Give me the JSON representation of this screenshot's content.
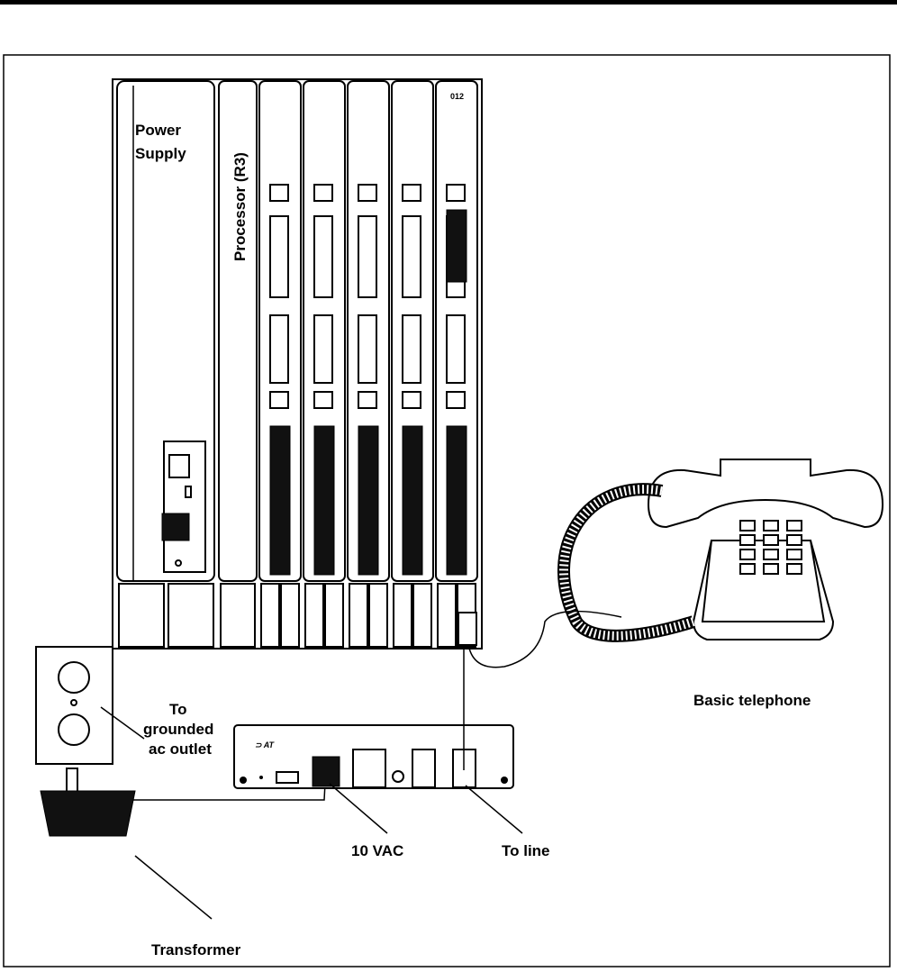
{
  "figure": {
    "labels": {
      "power_supply_line1": "Power",
      "power_supply_line2": "Supply",
      "processor": "Processor (R3)",
      "module_id": "012",
      "outlet_line1": "To",
      "outlet_line2": "grounded",
      "outlet_line3": "ac outlet",
      "telephone": "Basic telephone",
      "vac": "10 VAC",
      "to_line": "To line",
      "transformer": "Transformer"
    }
  }
}
